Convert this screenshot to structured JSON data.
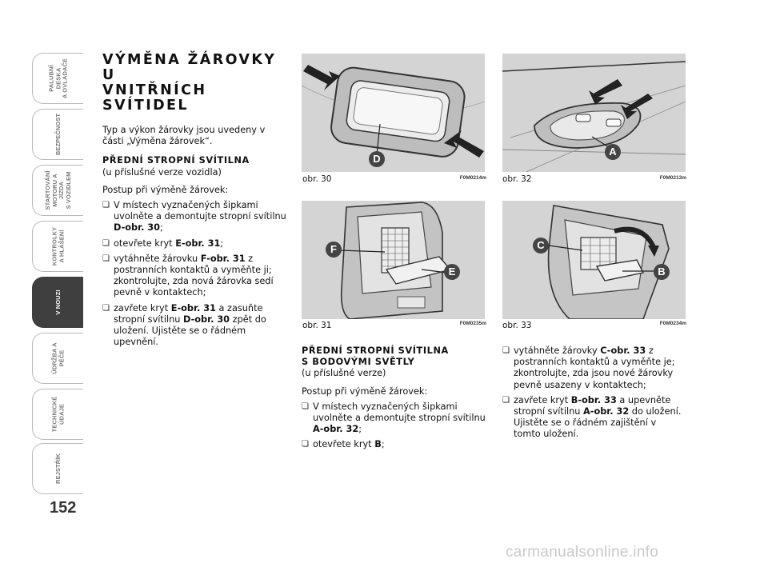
{
  "tabs": [
    {
      "label": "PALUBNÍ DESKA\nA OVLADAČE",
      "active": false
    },
    {
      "label": "BEZPEČNOST",
      "active": false
    },
    {
      "label": "STARTOVÁNÍ\nMOTORU A JÍZDA\nS VOZIDLEM",
      "active": false
    },
    {
      "label": "KONTROLKY\nA HLÁŠENÍ",
      "active": false
    },
    {
      "label": "V NOUZI",
      "active": true
    },
    {
      "label": "ÚDRŽBA A PÉČE",
      "active": false
    },
    {
      "label": "TECHNICKÉ ÚDAJE",
      "active": false
    },
    {
      "label": "REJSTŘÍK",
      "active": false
    }
  ],
  "page_number": "152",
  "title_line1": "VÝMĚNA ŽÁROVKY U",
  "title_line2": "VNITŘNÍCH SVÍTIDEL",
  "intro": "Typ a výkon žárovky jsou uvedeny v části „Výměna žárovek“.",
  "section1": {
    "heading": "PŘEDNÍ STROPNÍ SVÍTILNA",
    "note": "(u příslušné verze vozidla)",
    "procedure": "Postup při výměně žárovek:",
    "b1_text": "V místech vyznačených šipkami uvolněte a demontujte stropní svítilnu ",
    "b1_ref": "D-obr. 30",
    "b1_end": ";",
    "b2_text": "otevřete kryt ",
    "b2_ref": "E-obr. 31",
    "b2_end": ";",
    "b3_text": "vytáhněte žárovku ",
    "b3_ref": "F-obr. 31",
    "b3_end": " z postranních kontaktů a vyměňte ji; zkontrolujte, zda nová žárovka sedí pevně v kontaktech;",
    "b4_text": "zavřete kryt ",
    "b4_ref1": "E-obr. 31",
    "b4_mid": " a zasuňte stropní svítilnu ",
    "b4_ref2": "D-obr. 30",
    "b4_end": " zpět do uložení. Ujistěte se o řádném upevnění."
  },
  "section2": {
    "heading1": "PŘEDNÍ STROPNÍ SVÍTILNA",
    "heading2": "S BODOVÝMI SVĚTLY",
    "note": "(u příslušné verze)",
    "procedure": "Postup při výměně žárovek:",
    "b1_text": "V místech vyznačených šipkami uvolněte a demontujte stropní svítilnu ",
    "b1_ref": "A-obr. 32",
    "b1_end": ";",
    "b2_text": "otevřete kryt ",
    "b2_ref": "B",
    "b2_end": ";"
  },
  "section3": {
    "b1_text": "vytáhněte žárovky ",
    "b1_ref": "C-obr. 33",
    "b1_end": " z postranních kontaktů a vyměňte je; zkontrolujte, zda jsou nové žárovky pevně usazeny v kontaktech;",
    "b2_text": "zavřete kryt ",
    "b2_ref1": "B-obr. 33",
    "b2_mid": " a upevněte stropní svítilnu ",
    "b2_ref2": "A-obr. 32",
    "b2_end": " do uložení. Ujistěte se o řádném zajištění v tomto uložení."
  },
  "figures": {
    "fig30": {
      "caption": "obr. 30",
      "code": "F0M0214m",
      "marker": "D"
    },
    "fig32": {
      "caption": "obr. 32",
      "code": "F0M0213m",
      "marker": "A"
    },
    "fig31": {
      "caption": "obr. 31",
      "code": "F0M0235m",
      "marker_f": "F",
      "marker_e": "E"
    },
    "fig33": {
      "caption": "obr. 33",
      "code": "F0M0234m",
      "marker_c": "C",
      "marker_b": "B"
    }
  },
  "watermark": "carmanualsonline.info"
}
